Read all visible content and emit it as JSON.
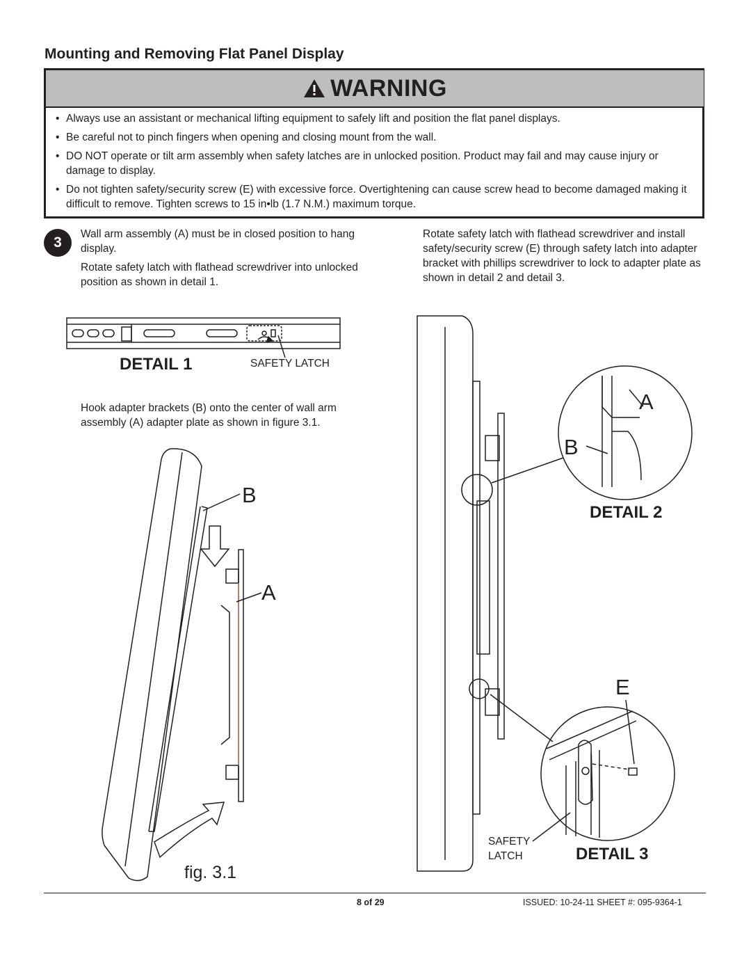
{
  "page": {
    "title": "Mounting and Removing Flat Panel Display"
  },
  "warning": {
    "icon": "warning-triangle-icon",
    "heading": "WARNING",
    "items": [
      "Always use an assistant or mechanical lifting equipment to safely lift and position the flat panel displays.",
      "Be careful not to pinch fingers when opening and closing mount from the wall.",
      "DO NOT operate or tilt arm assembly when safety latches are in unlocked position. Product may fail and may cause injury or damage to display.",
      "Do not tighten safety/security screw (E) with excessive force. Overtightening can cause screw head to become damaged making it difficult to remove. Tighten screws to 15 in•lb (1.7 N.M.) maximum torque."
    ]
  },
  "step": {
    "number": "3",
    "left_para1": "Wall arm assembly (A) must be in closed position to hang display.",
    "left_para2": "Rotate safety latch with flathead screwdriver into unlocked position as shown in detail 1.",
    "right_para": "Rotate safety latch with flathead screwdriver and install safety/security screw (E) through safety latch into adapter bracket with phillips screwdriver to lock to adapter plate as shown in detail 2 and detail 3.",
    "hook_para": "Hook adapter brackets (B) onto the center of wall arm assembly (A) adapter plate as shown in figure 3.1."
  },
  "detail1": {
    "label": "DETAIL 1",
    "callout": "SAFETY LATCH"
  },
  "figure": {
    "label": "fig. 3.1",
    "callout_b": "B",
    "callout_a": "A"
  },
  "detail2": {
    "label": "DETAIL 2",
    "callout_a": "A",
    "callout_b": "B"
  },
  "detail3": {
    "label": "DETAIL 3",
    "callout_e": "E",
    "callout_latch_1": "SAFETY",
    "callout_latch_2": "LATCH"
  },
  "footer": {
    "page": "8 of 29",
    "issued": "ISSUED: 10-24-11  SHEET #: 095-9364-1"
  },
  "colors": {
    "ink": "#231f20",
    "warning_band": "#bcbec0",
    "bracket_accent": "#b97a6a"
  }
}
